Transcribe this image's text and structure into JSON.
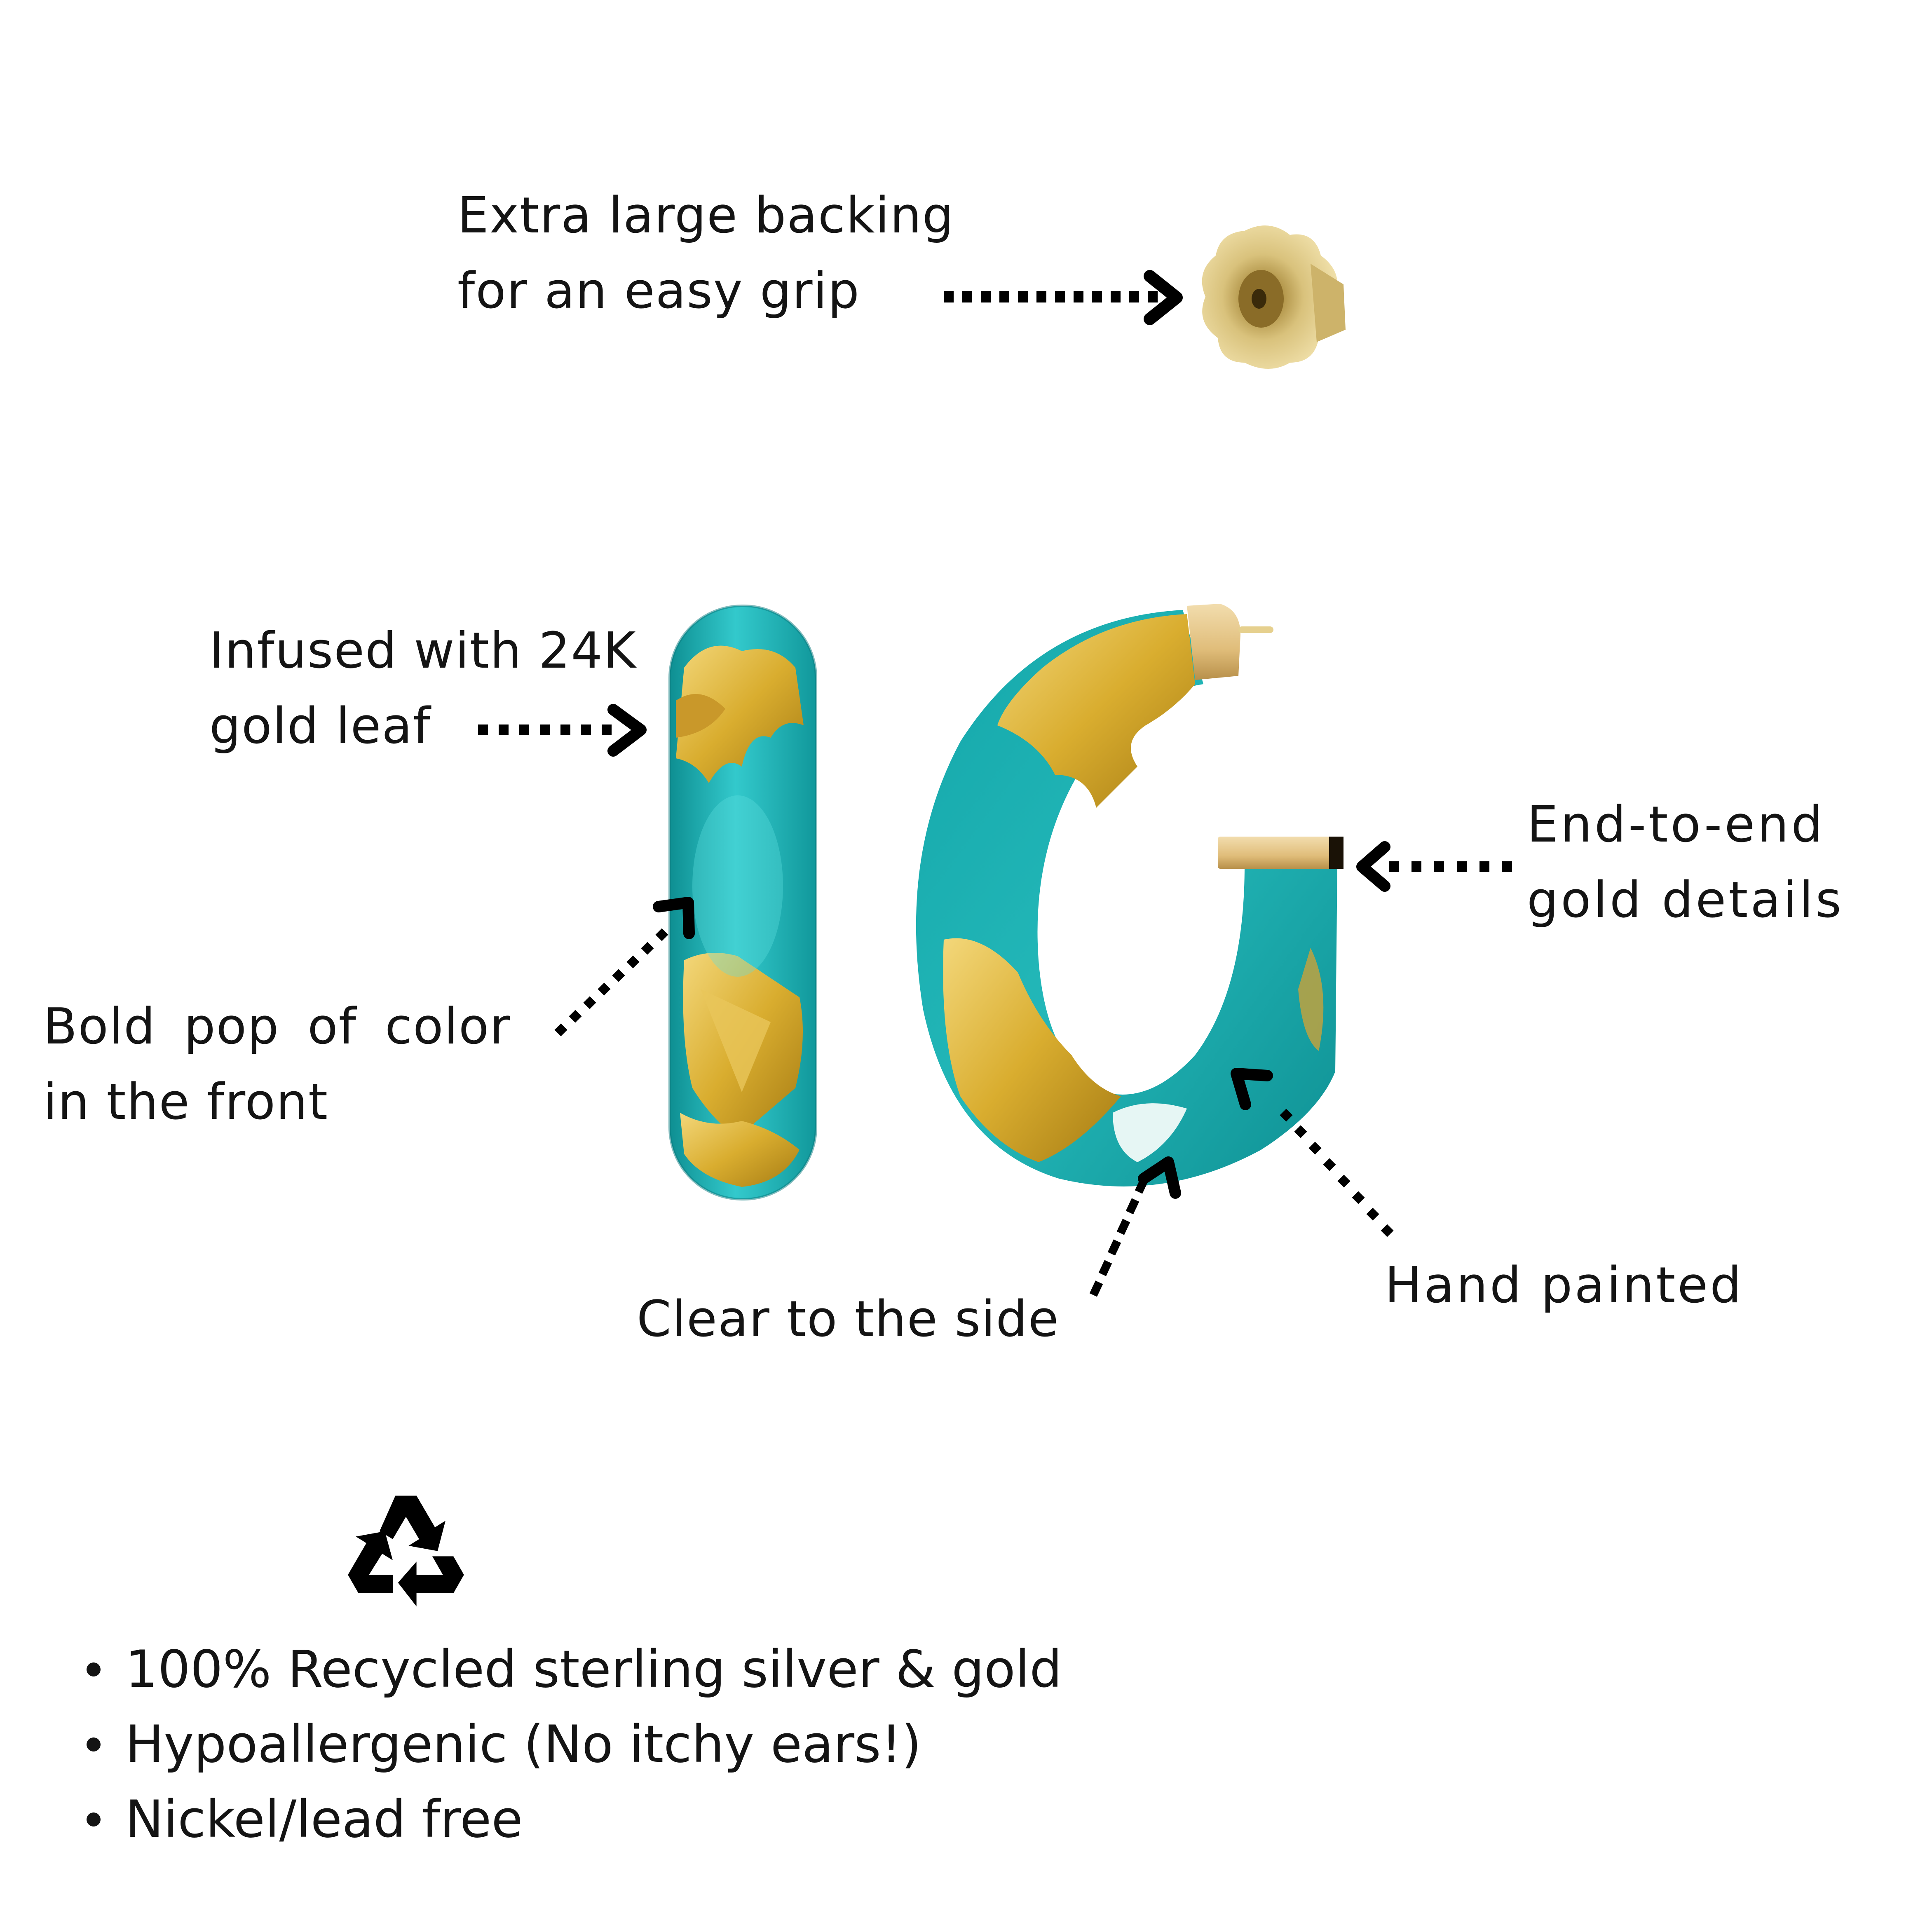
{
  "callouts": {
    "backing": {
      "line1": "Extra large backing",
      "line2": "for an easy grip"
    },
    "gold_leaf": {
      "line1": "Infused with 24K",
      "line2": "gold leaf"
    },
    "end_to_end": {
      "line1": "End-to-end",
      "line2": "gold details"
    },
    "bold_pop": {
      "line1": "Bold pop of color",
      "line2": "in the front"
    },
    "hand_painted": {
      "line1": "Hand painted"
    },
    "clear_side": {
      "line1": "Clear to the side"
    }
  },
  "features": {
    "icon": "recycle-icon",
    "items": [
      "100% Recycled sterling silver & gold",
      "Hypoallergenic (No itchy ears!)",
      "Nickel/lead free"
    ]
  },
  "colors": {
    "teal": "#1fb3b4",
    "teal_dark": "#0e8f92",
    "gold": "#d9ad2f",
    "gold_light": "#f0d37a",
    "post_gold": "#e6d08e",
    "text": "#141414"
  }
}
